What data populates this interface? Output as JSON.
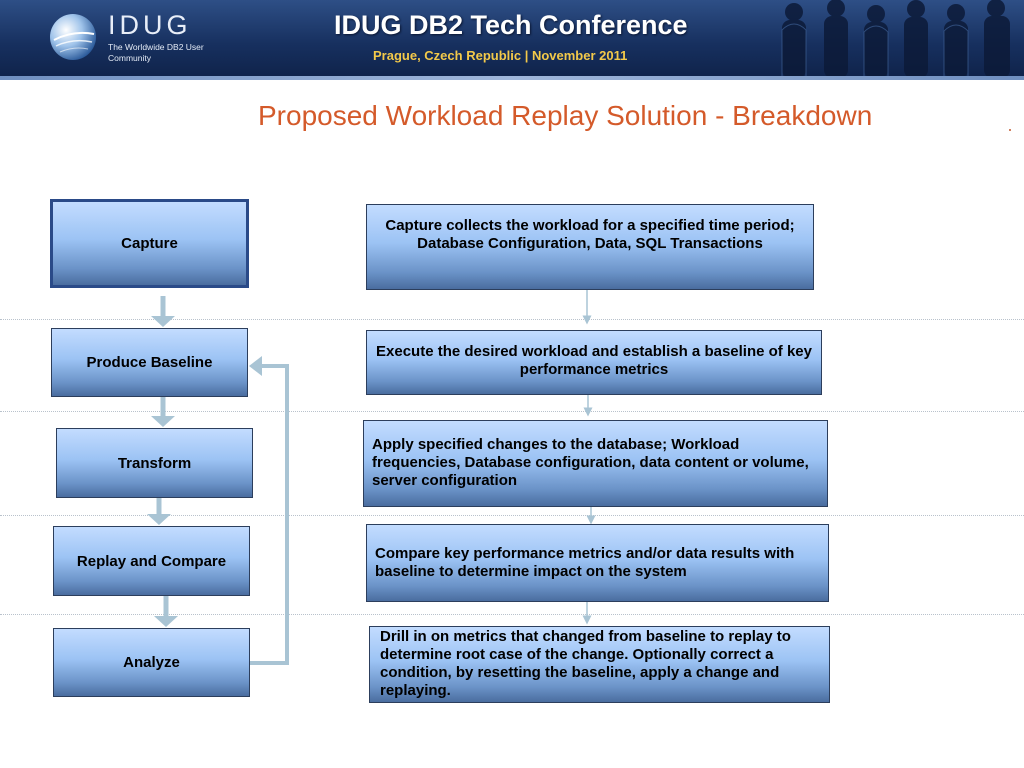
{
  "header": {
    "logo_text": "IDUG",
    "logo_tagline": "The Worldwide DB2 User Community",
    "conference_title": "IDUG DB2 Tech Conference",
    "conference_subtitle": "Prague, Czech Republic  |  November 2011"
  },
  "slide": {
    "title": "Proposed Workload Replay Solution - Breakdown"
  },
  "steps": [
    {
      "label": "Capture"
    },
    {
      "label": "Produce Baseline"
    },
    {
      "label": "Transform"
    },
    {
      "label": "Replay and Compare"
    },
    {
      "label": "Analyze"
    }
  ],
  "descriptions": [
    {
      "text": "Capture collects the workload for a specified time period; Database Configuration, Data, SQL Transactions"
    },
    {
      "text": "Execute the desired workload and establish a baseline of key performance metrics"
    },
    {
      "text": "Apply specified changes to the database; Workload frequencies, Database configuration, data content or volume, server configuration"
    },
    {
      "text": "Compare key performance metrics and/or data results with baseline to determine impact on the system"
    },
    {
      "text": "Drill in on metrics that changed from baseline to replay to determine root case of the change. Optionally correct a condition, by resetting the baseline, apply a change and replaying."
    }
  ],
  "colors": {
    "title": "#d45a2a",
    "banner": "#17305f",
    "subtitle": "#f3c94a",
    "box_top": "#c3dcff",
    "box_bottom": "#4a6d9f",
    "arrow": "#a9c4d4"
  }
}
